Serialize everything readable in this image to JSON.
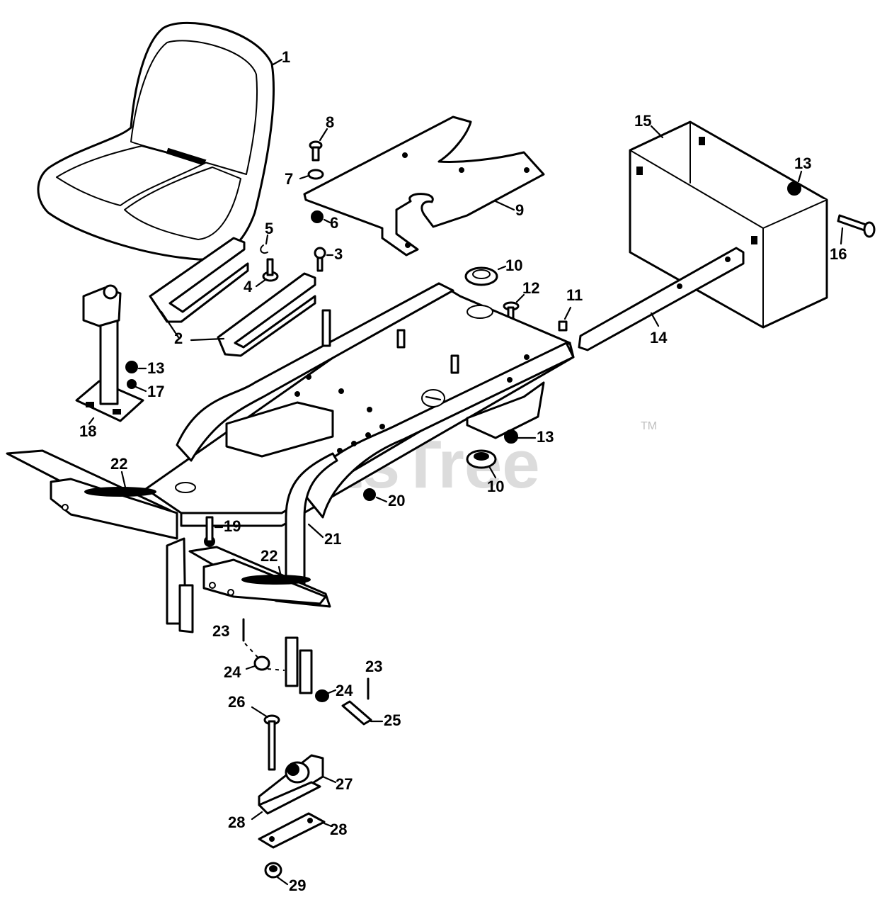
{
  "watermark": {
    "text": "PartsTree",
    "trademark": "TM"
  },
  "callouts": {
    "c1": "1",
    "c2": "2",
    "c3": "3",
    "c4": "4",
    "c5": "5",
    "c6": "6",
    "c7": "7",
    "c8": "8",
    "c9": "9",
    "c10a": "10",
    "c10b": "10",
    "c11": "11",
    "c12": "12",
    "c13a": "13",
    "c13b": "13",
    "c13c": "13",
    "c14": "14",
    "c15": "15",
    "c16": "16",
    "c17": "17",
    "c18": "18",
    "c19": "19",
    "c20": "20",
    "c21": "21",
    "c22a": "22",
    "c22b": "22",
    "c23a": "23",
    "c23b": "23",
    "c24a": "24",
    "c24b": "24",
    "c25": "25",
    "c26": "26",
    "c27": "27",
    "c28a": "28",
    "c28b": "28",
    "c29": "29"
  }
}
